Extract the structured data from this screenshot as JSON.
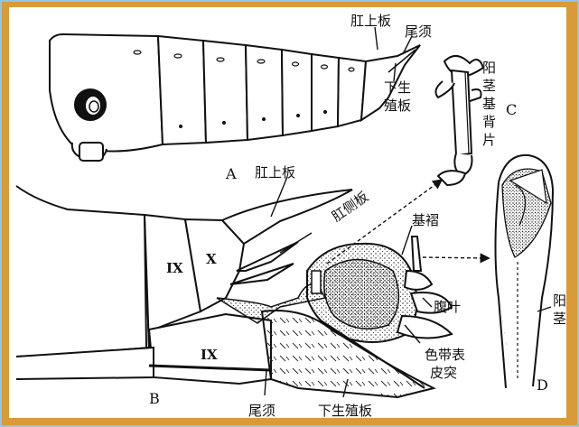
{
  "figure": {
    "panel_labels": {
      "a": "A",
      "b": "B",
      "c": "C",
      "d": "D"
    },
    "labels": {
      "anal_plate_top": "肛上板",
      "cerci_top": "尾须",
      "subgenital_top": "下生殖板",
      "phallobase_dorsal": "阳茎基背片",
      "anal_plate_mid": "肛上板",
      "paraproct": "肛侧板",
      "basal_fold": "基褶",
      "ventral_lobe": "腹叶",
      "colored_band_process": "色带表皮突",
      "aedeagus": "阳茎",
      "cerci_bottom": "尾须",
      "subgenital_bottom": "下生殖板"
    },
    "segments": {
      "ix_upper": "IX",
      "x_upper": "X",
      "ix_lower": "IX"
    }
  },
  "colors": {
    "frame": "#d99a3a",
    "border": "#8ec5ea",
    "ink": "#111111",
    "paper": "#ffffff"
  }
}
